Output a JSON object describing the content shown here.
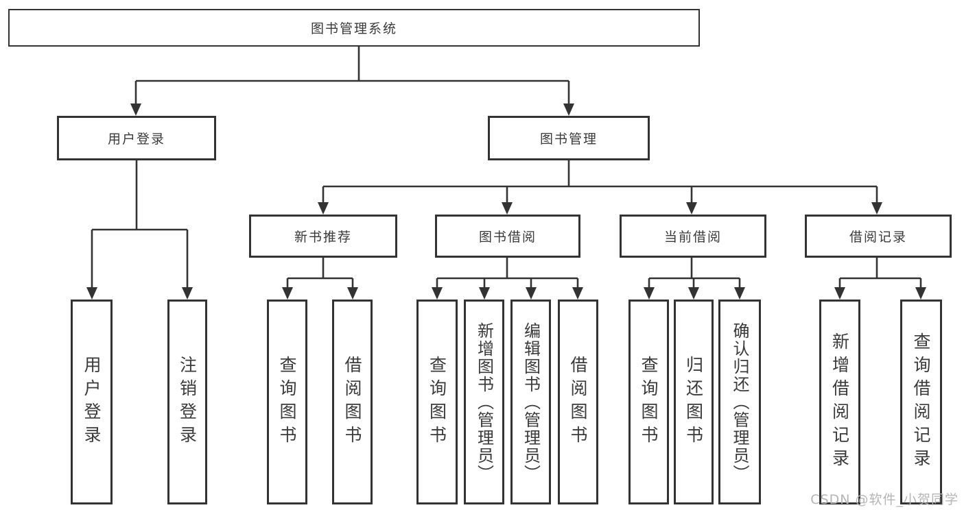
{
  "tree": {
    "root": "图书管理系统",
    "children": [
      {
        "label": "用户登录",
        "children": [
          "用户登录",
          "注销登录"
        ]
      },
      {
        "label": "图书管理",
        "children": [
          {
            "label": "新书推荐",
            "children": [
              "查询图书",
              "借阅图书"
            ]
          },
          {
            "label": "图书借阅",
            "children": [
              "查询图书",
              "新增图书（管理员）",
              "编辑图书（管理员）",
              "借阅图书"
            ]
          },
          {
            "label": "当前借阅",
            "children": [
              "查询图书",
              "归还图书",
              "确认归还（管理员）"
            ]
          },
          {
            "label": "借阅记录",
            "children": [
              "新增借阅记录",
              "查询借阅记录"
            ]
          }
        ]
      }
    ]
  },
  "watermark": {
    "text": "CSDN @软件_小贺同学"
  },
  "colors": {
    "line": "#333333",
    "box_border": "#333333",
    "text": "#3a3a3a",
    "watermark": "#b5b5b5",
    "background": "#ffffff"
  }
}
